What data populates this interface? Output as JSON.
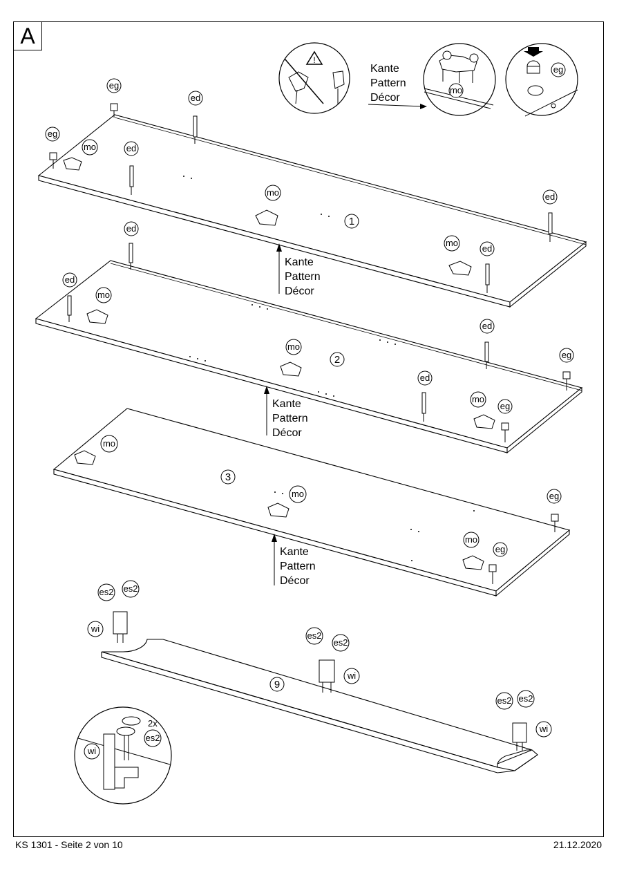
{
  "page": {
    "step_letter": "A",
    "footer_left": "KS 1301 - Seite 2 von 10",
    "footer_right": "21.12.2020"
  },
  "legend": {
    "edge_label": [
      "Kante",
      "Pattern",
      "Décor"
    ]
  },
  "parts": {
    "eg": "eg",
    "ed": "ed",
    "mo": "mo",
    "es2": "es2",
    "wi": "wi",
    "qty_2x": "2x"
  },
  "panels": {
    "p1": "1",
    "p2": "2",
    "p3": "3",
    "p9": "9"
  }
}
